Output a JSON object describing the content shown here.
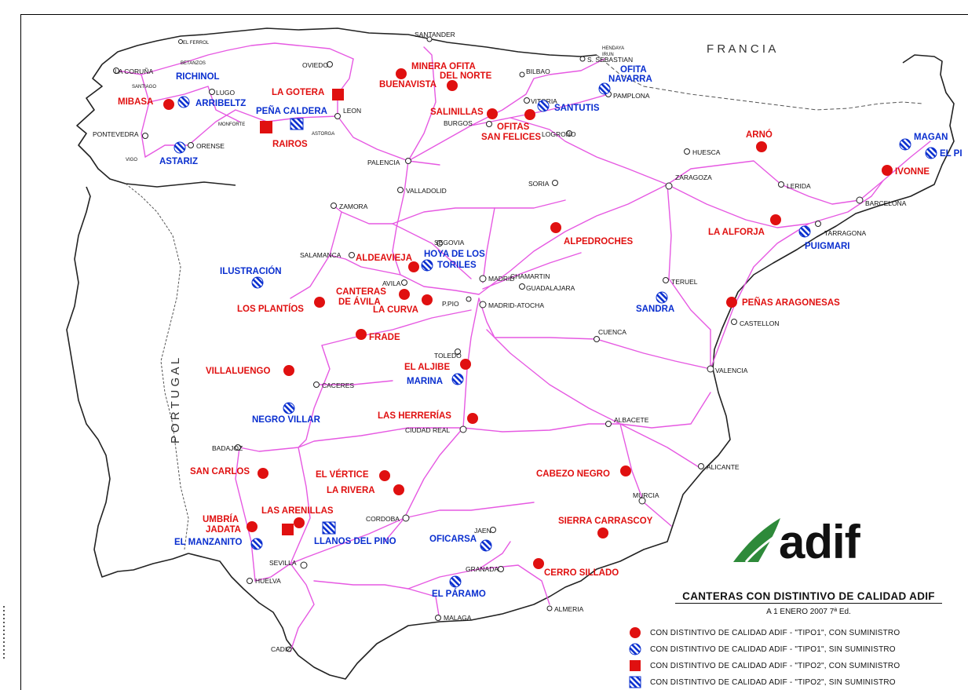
{
  "labels": {
    "france": "F R A N C I A",
    "portugal": "P O R T U G A L"
  },
  "colors": {
    "rail": "#e659e2",
    "tipo1_supply": "#e50d0d",
    "no_supply": "#1a3fd1",
    "quarry_red": "#e01010",
    "quarry_blue": "#0a2fcf",
    "logo_green": "#2e8a3a"
  },
  "cities": [
    {
      "id": "c_coruna",
      "name": "LA CORUÑA"
    },
    {
      "id": "c_ferrol",
      "name": "EL FERROL"
    },
    {
      "id": "c_betanzos",
      "name": "BETANZOS"
    },
    {
      "id": "c_santiago",
      "name": "SANTIAGO"
    },
    {
      "id": "c_lugo",
      "name": "LUGO"
    },
    {
      "id": "c_pontevedra",
      "name": "PONTEVEDRA"
    },
    {
      "id": "c_vigo",
      "name": "VIGO"
    },
    {
      "id": "c_orense",
      "name": "ORENSE"
    },
    {
      "id": "c_monforte",
      "name": "MONFORTE"
    },
    {
      "id": "c_oviedo",
      "name": "OVIEDO"
    },
    {
      "id": "c_leon",
      "name": "LEON"
    },
    {
      "id": "c_astorga",
      "name": "ASTORGA"
    },
    {
      "id": "c_santander",
      "name": "SANTANDER"
    },
    {
      "id": "c_bilbao",
      "name": "BILBAO"
    },
    {
      "id": "c_sebastian",
      "name": "S. SEBASTIAN"
    },
    {
      "id": "c_irun",
      "name": "IRUN"
    },
    {
      "id": "c_hendaya",
      "name": "HENDAYA"
    },
    {
      "id": "c_pamplona",
      "name": "PAMPLONA"
    },
    {
      "id": "c_vitoria",
      "name": "VITORIA"
    },
    {
      "id": "c_burgos",
      "name": "BURGOS"
    },
    {
      "id": "c_logrono",
      "name": "LOGROÑO"
    },
    {
      "id": "c_palencia",
      "name": "PALENCIA"
    },
    {
      "id": "c_valladolid",
      "name": "VALLADOLID"
    },
    {
      "id": "c_soria",
      "name": "SORIA"
    },
    {
      "id": "c_zaragoza",
      "name": "ZARAGOZA"
    },
    {
      "id": "c_huesca",
      "name": "HUESCA"
    },
    {
      "id": "c_lerida",
      "name": "LERIDA"
    },
    {
      "id": "c_barcelona",
      "name": "BARCELONA"
    },
    {
      "id": "c_tarragona",
      "name": "TARRAGONA"
    },
    {
      "id": "c_zamora",
      "name": "ZAMORA"
    },
    {
      "id": "c_salamanca",
      "name": "SALAMANCA"
    },
    {
      "id": "c_segovia",
      "name": "SEGOVIA"
    },
    {
      "id": "c_avila",
      "name": "AVILA"
    },
    {
      "id": "c_madrid",
      "name": "MADRID"
    },
    {
      "id": "c_chamartin",
      "name": "CHAMARTIN"
    },
    {
      "id": "c_atocha",
      "name": "MADRID-ATOCHA"
    },
    {
      "id": "c_guadalajara",
      "name": "GUADALAJARA"
    },
    {
      "id": "c_ppio",
      "name": "P.PIO"
    },
    {
      "id": "c_toledo",
      "name": "TOLEDO"
    },
    {
      "id": "c_teruel",
      "name": "TERUEL"
    },
    {
      "id": "c_cuenca",
      "name": "CUENCA"
    },
    {
      "id": "c_castellon",
      "name": "CASTELLON"
    },
    {
      "id": "c_valencia",
      "name": "VALENCIA"
    },
    {
      "id": "c_caceres",
      "name": "CACERES"
    },
    {
      "id": "c_badajoz",
      "name": "BADAJOZ"
    },
    {
      "id": "c_ciudadreal",
      "name": "CIUDAD REAL"
    },
    {
      "id": "c_albacete",
      "name": "ALBACETE"
    },
    {
      "id": "c_alicante",
      "name": "ALICANTE"
    },
    {
      "id": "c_murcia",
      "name": "MURCIA"
    },
    {
      "id": "c_cordoba",
      "name": "CORDOBA"
    },
    {
      "id": "c_jaen",
      "name": "JAEN"
    },
    {
      "id": "c_sevilla",
      "name": "SEVILLA"
    },
    {
      "id": "c_huelva",
      "name": "HUELVA"
    },
    {
      "id": "c_granada",
      "name": "GRANADA"
    },
    {
      "id": "c_almeria",
      "name": "ALMERIA"
    },
    {
      "id": "c_malaga",
      "name": "MALAGA"
    },
    {
      "id": "c_cadiz",
      "name": "CADIZ"
    }
  ],
  "quarries": [
    {
      "name": "RICHINOL",
      "color": "blue"
    },
    {
      "name": "MIBASA",
      "color": "red"
    },
    {
      "name": "ARRIBELTZ",
      "color": "blue"
    },
    {
      "name": "LA GOTERA",
      "color": "red"
    },
    {
      "name": "PEÑA CALDERA",
      "color": "blue"
    },
    {
      "name": "RAIROS",
      "color": "red"
    },
    {
      "name": "ASTARIZ",
      "color": "blue"
    },
    {
      "name": "MINERA OFITA",
      "color": "red"
    },
    {
      "name": "DEL NORTE",
      "color": "red"
    },
    {
      "name": "BUENAVISTA",
      "color": "red"
    },
    {
      "name": "OFITA",
      "color": "blue"
    },
    {
      "name": "NAVARRA",
      "color": "blue"
    },
    {
      "name": "SALINILLAS",
      "color": "red"
    },
    {
      "name": "SANTUTIS",
      "color": "blue"
    },
    {
      "name": "OFITAS",
      "color": "red"
    },
    {
      "name": "SAN FELICES",
      "color": "red"
    },
    {
      "name": "ARNÓ",
      "color": "red"
    },
    {
      "name": "MAGAN",
      "color": "blue"
    },
    {
      "name": "EL PI",
      "color": "blue"
    },
    {
      "name": "IVONNE",
      "color": "red"
    },
    {
      "name": "LA ALFORJA",
      "color": "red"
    },
    {
      "name": "PUIGMARI",
      "color": "blue"
    },
    {
      "name": "ALPEDROCHES",
      "color": "red"
    },
    {
      "name": "ALDEAVIEJA",
      "color": "red"
    },
    {
      "name": "HOYA DE LOS",
      "color": "blue"
    },
    {
      "name": "TORILES",
      "color": "blue"
    },
    {
      "name": "ILUSTRACIÓN",
      "color": "blue"
    },
    {
      "name": "LOS PLANTÍOS",
      "color": "red"
    },
    {
      "name": "CANTERAS",
      "color": "red"
    },
    {
      "name": "DE ÁVILA",
      "color": "red"
    },
    {
      "name": "LA CURVA",
      "color": "red"
    },
    {
      "name": "FRADE",
      "color": "red"
    },
    {
      "name": "SANDRA",
      "color": "blue"
    },
    {
      "name": "PEÑAS ARAGONESAS",
      "color": "red"
    },
    {
      "name": "VILLALUENGO",
      "color": "red"
    },
    {
      "name": "EL ALJIBE",
      "color": "red"
    },
    {
      "name": "MARINA",
      "color": "blue"
    },
    {
      "name": "NEGRO VILLAR",
      "color": "blue"
    },
    {
      "name": "LAS HERRERÍAS",
      "color": "red"
    },
    {
      "name": "SAN CARLOS",
      "color": "red"
    },
    {
      "name": "EL VÉRTICE",
      "color": "red"
    },
    {
      "name": "LA RIVERA",
      "color": "red"
    },
    {
      "name": "CABEZO NEGRO",
      "color": "red"
    },
    {
      "name": "LAS ARENILLAS",
      "color": "red"
    },
    {
      "name": "UMBRÍA",
      "color": "red"
    },
    {
      "name": "JADATA",
      "color": "red"
    },
    {
      "name": "EL MANZANITO",
      "color": "blue"
    },
    {
      "name": "LLANOS DEL PINO",
      "color": "blue"
    },
    {
      "name": "OFICARSA",
      "color": "blue"
    },
    {
      "name": "SIERRA CARRASCOY",
      "color": "red"
    },
    {
      "name": "CERRO SILLADO",
      "color": "red"
    },
    {
      "name": "EL PÁRAMO",
      "color": "blue"
    }
  ],
  "legend": {
    "title": "CANTERAS CON DISTINTIVO DE CALIDAD ADIF",
    "subtitle": "A 1 ENERO 2007 7ª Ed.",
    "items": [
      {
        "symbol": "red-circle",
        "label": "CON DISTINTIVO DE CALIDAD ADIF - \"TIPO1\", CON SUMINISTRO"
      },
      {
        "symbol": "blue-hatched-circle",
        "label": "CON DISTINTIVO DE CALIDAD ADIF - \"TIPO1\", SIN SUMINISTRO"
      },
      {
        "symbol": "red-square",
        "label": "CON DISTINTIVO DE CALIDAD ADIF - \"TIPO2\", CON SUMINISTRO"
      },
      {
        "symbol": "blue-hatched-square",
        "label": "CON DISTINTIVO DE CALIDAD ADIF - \"TIPO2\", SIN SUMINISTRO"
      }
    ]
  },
  "logo": {
    "text": "adif"
  }
}
